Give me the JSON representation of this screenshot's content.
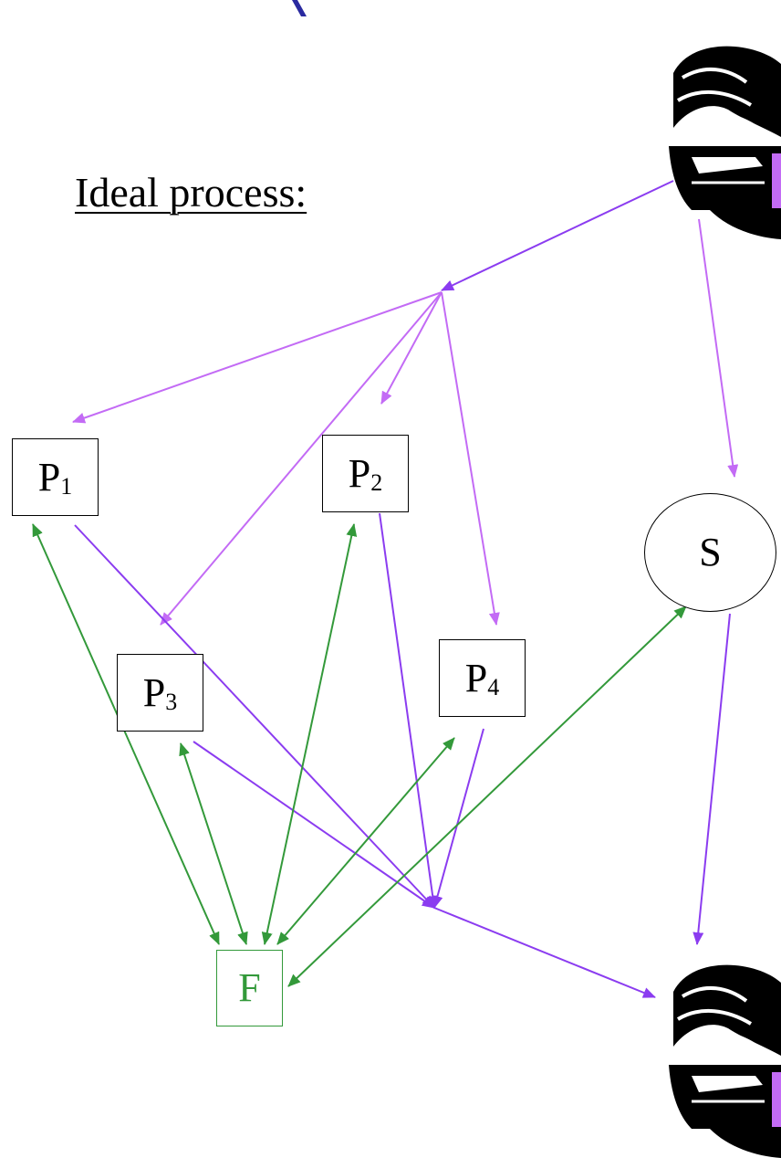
{
  "heading": "Ideal process:",
  "nodes": {
    "p1": {
      "main": "P",
      "sub": "1"
    },
    "p2": {
      "main": "P",
      "sub": "2"
    },
    "p3": {
      "main": "P",
      "sub": "3"
    },
    "p4": {
      "main": "P",
      "sub": "4"
    },
    "s": "S",
    "f": "F"
  },
  "colors": {
    "purple_dark": "#8b3cf0",
    "purple_light": "#c36bf5",
    "green": "#33993a",
    "black": "#000000"
  },
  "icons": [
    "figure-with-headphones-icon"
  ]
}
